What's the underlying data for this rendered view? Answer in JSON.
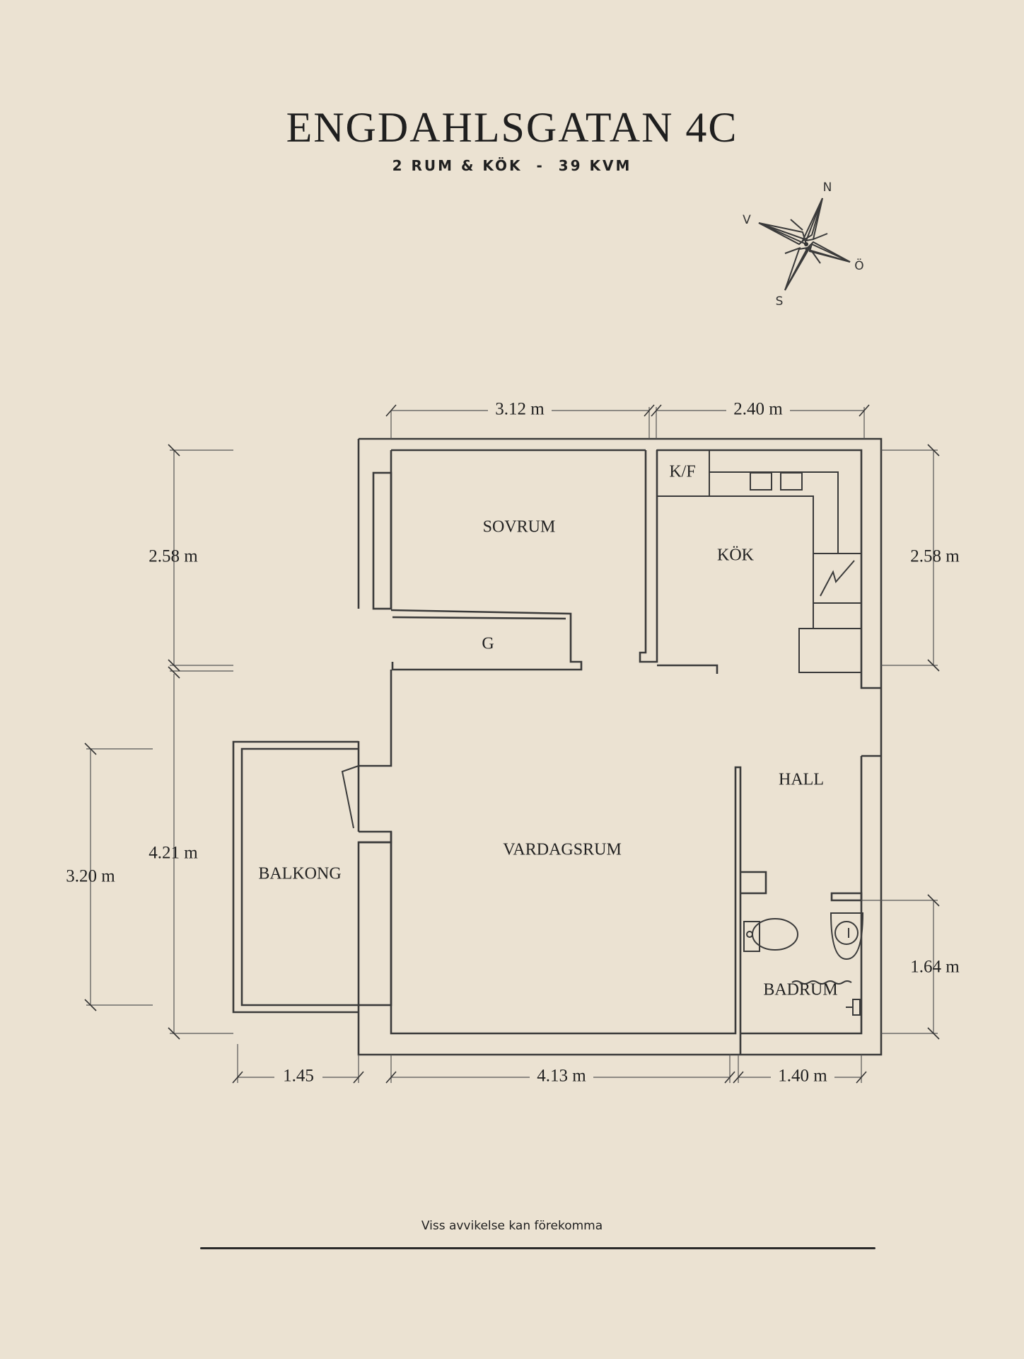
{
  "title": "ENGDAHLSGATAN 4C",
  "subtitle": "2 RUM & KÖK  -  39 KVM",
  "compass": {
    "n": "N",
    "v": "V",
    "o": "Ö",
    "s": "S"
  },
  "rooms": {
    "sovrum": "SOVRUM",
    "g": "G",
    "kf": "K/F",
    "kok": "KÖK",
    "hall": "HALL",
    "vardagsrum": "VARDAGSRUM",
    "balkong": "BALKONG",
    "badrum": "BADRUM"
  },
  "dimensions": {
    "top_left": "3.12 m",
    "top_right": "2.40 m",
    "left_upper": "2.58 m",
    "right_upper": "2.58 m",
    "left_lower": "4.21 m",
    "balcony_height": "3.20 m",
    "right_lower": "1.64 m",
    "bottom_balcony": "1.45",
    "bottom_middle": "4.13 m",
    "bottom_right": "1.40 m"
  },
  "disclaimer": "Viss avvikelse kan förekomma"
}
